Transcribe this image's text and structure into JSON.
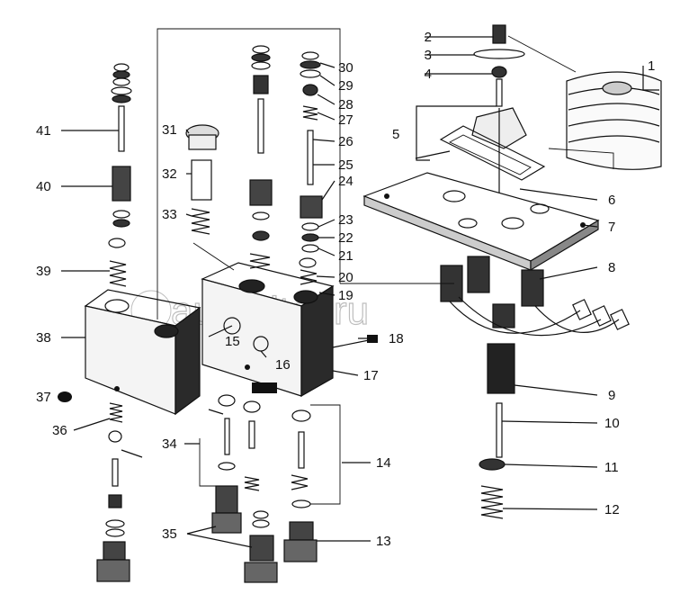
{
  "watermark": "autopiter.ru",
  "labels": {
    "l1": "1",
    "l2": "2",
    "l3": "3",
    "l4": "4",
    "l5": "5",
    "l6": "6",
    "l7": "7",
    "l8": "8",
    "l9": "9",
    "l10": "10",
    "l11": "11",
    "l12": "12",
    "l13": "13",
    "l14": "14",
    "l15": "15",
    "l16": "16",
    "l17": "17",
    "l18": "18",
    "l19": "19",
    "l20": "20",
    "l21": "21",
    "l22": "22",
    "l23": "23",
    "l24": "24",
    "l25": "25",
    "l26": "26",
    "l27": "27",
    "l28": "28",
    "l29": "29",
    "l30": "30",
    "l31": "31",
    "l32": "32",
    "l33": "33",
    "l34": "34",
    "l35": "35",
    "l36": "36",
    "l37": "37",
    "l38": "38",
    "l39": "39",
    "l40": "40",
    "l41": "41"
  }
}
